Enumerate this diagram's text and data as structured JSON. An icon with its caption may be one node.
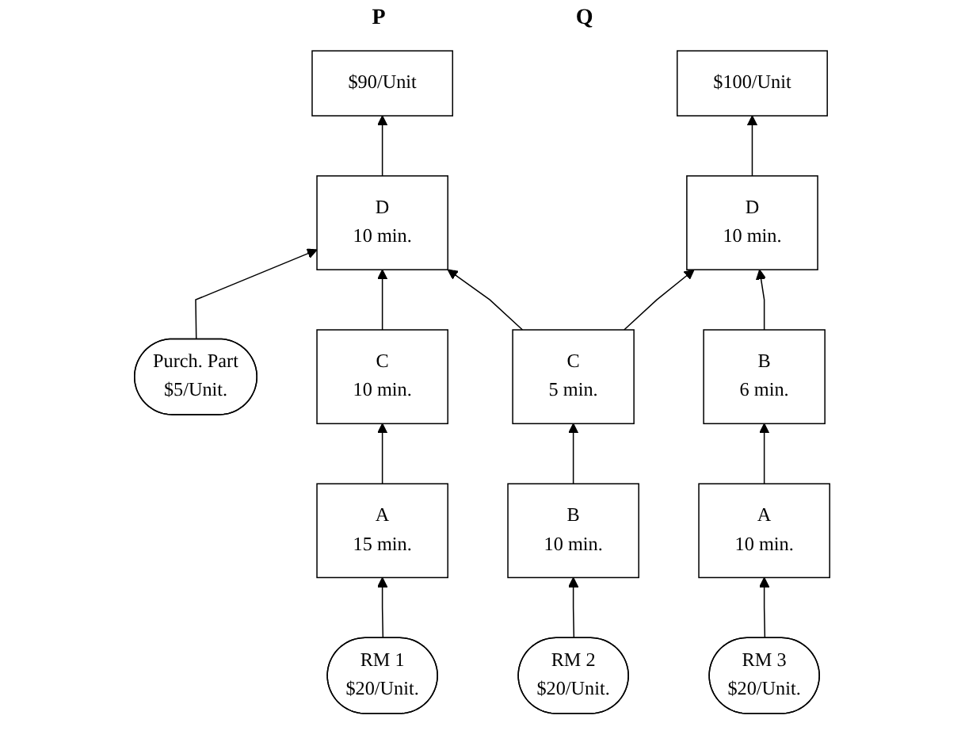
{
  "diagram": {
    "nodes": [
      {
        "text": [
          "$90/Unit"
        ]
      },
      {
        "text": [
          "$100/Unit"
        ]
      },
      {
        "text": [
          "Purch. Part",
          "$5/Unit."
        ]
      },
      {
        "text": [
          "D",
          "10 min."
        ]
      },
      {
        "text": [
          "D",
          "10 min."
        ]
      },
      {
        "text": [
          "C",
          "10 min."
        ]
      },
      {
        "text": [
          "C",
          "5 min."
        ]
      },
      {
        "text": [
          "B",
          "6 min."
        ]
      },
      {
        "text": [
          "A",
          "15 min."
        ]
      },
      {
        "text": [
          "B",
          "10 min."
        ]
      },
      {
        "text": [
          "A",
          "10 min."
        ]
      },
      {
        "text": [
          "RM 1",
          "$20/Unit."
        ]
      },
      {
        "text": [
          "RM 2",
          "$20/Unit."
        ]
      },
      {
        "text": [
          "RM 3",
          "$20/Unit."
        ]
      }
    ],
    "edges": [
      {
        "from": 11,
        "to": 8,
        "arrow": "to"
      },
      {
        "from": 12,
        "to": 9,
        "arrow": "to"
      },
      {
        "from": 13,
        "to": 10,
        "arrow": "to"
      },
      {
        "from": 8,
        "to": 5,
        "arrow": "to"
      },
      {
        "from": 9,
        "to": 6,
        "arrow": "to"
      },
      {
        "from": 10,
        "to": 7,
        "arrow": "to"
      },
      {
        "from": 2,
        "to": 3,
        "arrow": "to"
      },
      {
        "from": 5,
        "to": 3,
        "arrow": "to"
      },
      {
        "from": 6,
        "to": 3,
        "arrow": "to"
      },
      {
        "from": 6,
        "to": 4,
        "arrow": "to"
      },
      {
        "from": 7,
        "to": 4,
        "arrow": "to"
      },
      {
        "from": 3,
        "to": 0,
        "arrow": "to"
      },
      {
        "from": 4,
        "to": 1,
        "arrow": "to"
      }
    ],
    "labels": [
      "P",
      "Q"
    ]
  }
}
